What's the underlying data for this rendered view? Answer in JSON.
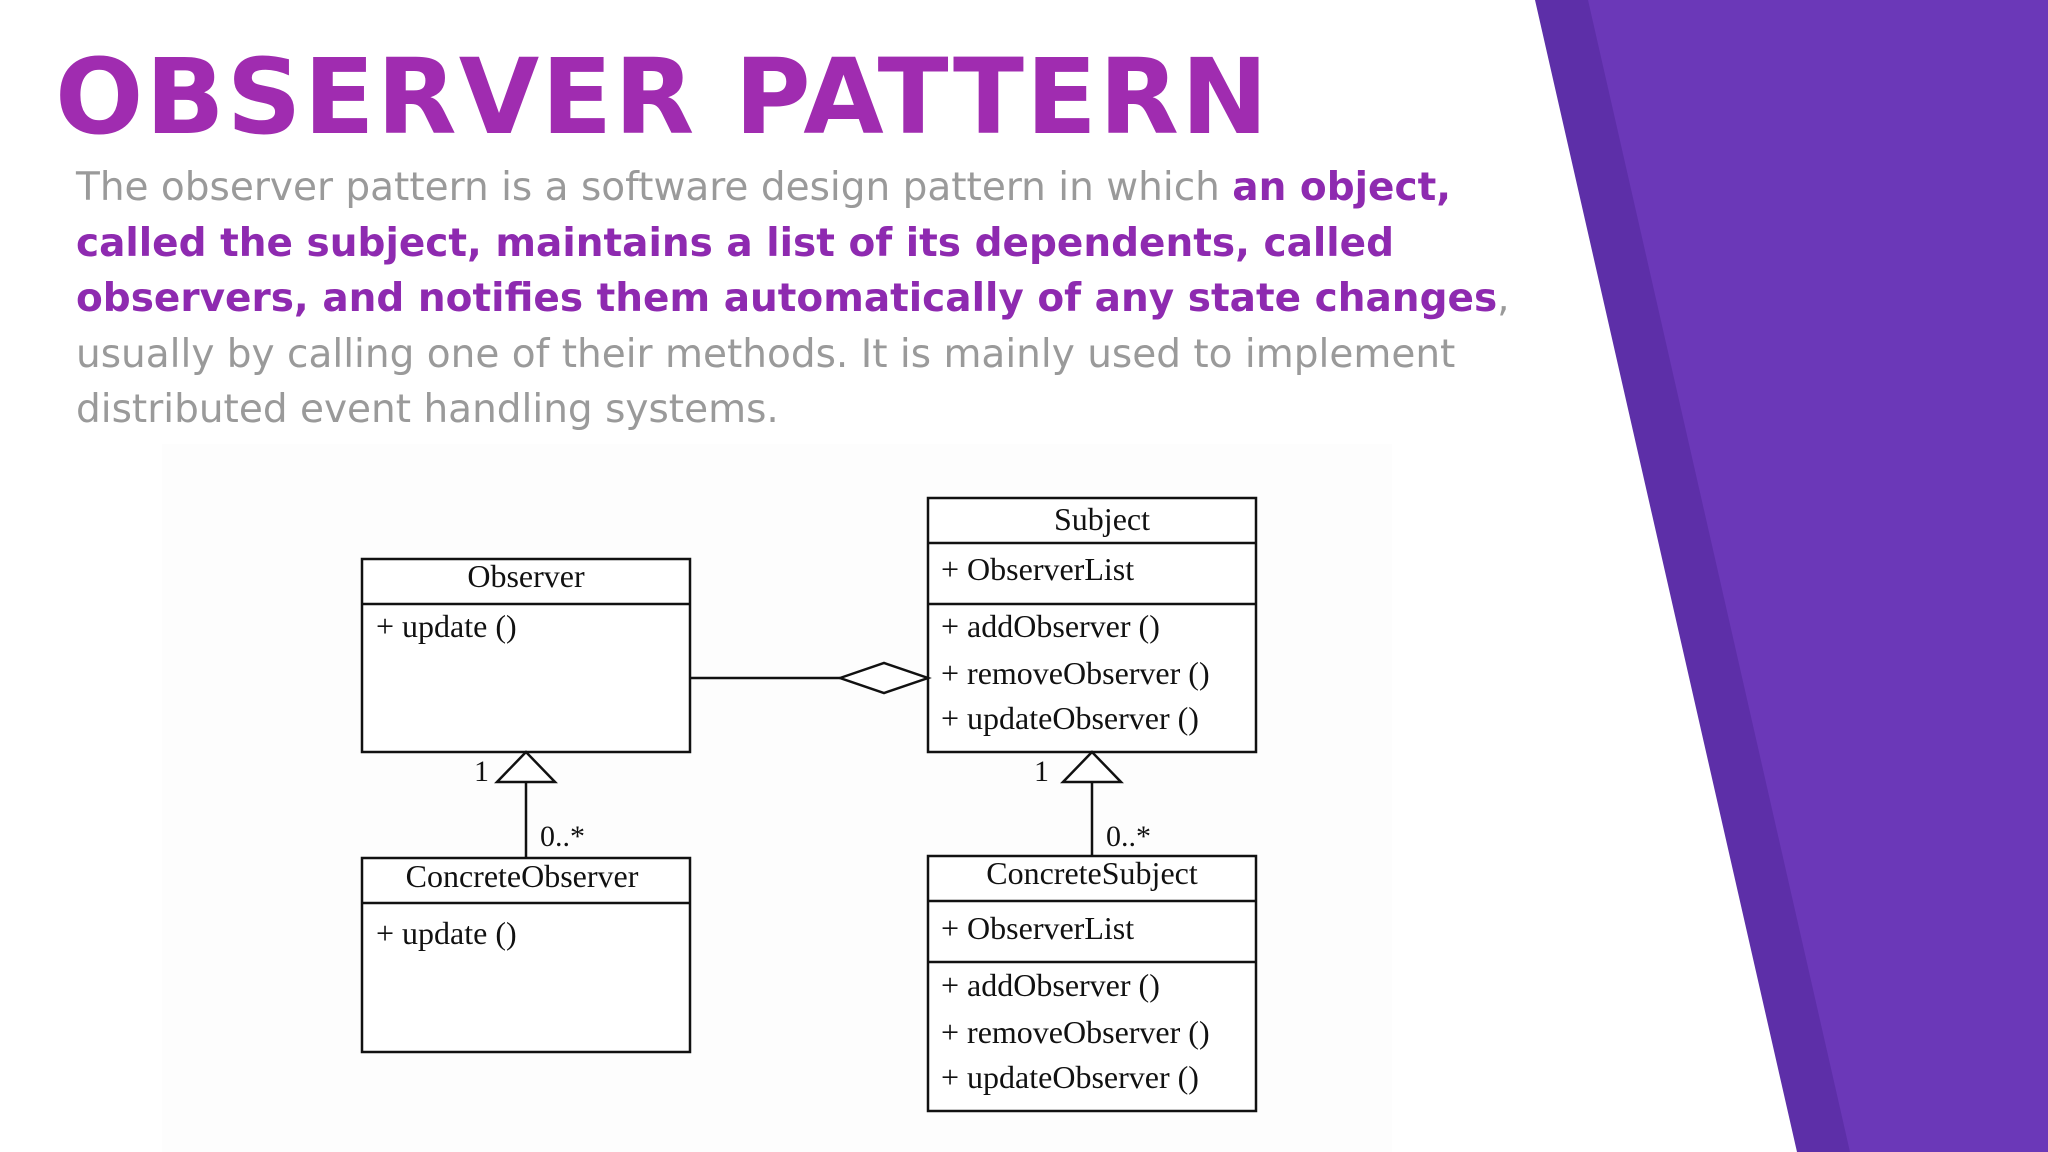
{
  "slide": {
    "title": "OBSERVER PATTERN",
    "paragraph": {
      "part1": "The observer pattern is a software design pattern in which ",
      "highlight": "an object, called the subject, maintains a list of its dependents, called observers, and notifies them automatically of any state changes",
      "part2": ", usually by calling one of their methods. It is mainly used to implement distributed event handling systems."
    },
    "colors": {
      "title": "#a02cb0",
      "highlight": "#8e2ab0",
      "body_text": "#9a9a9a",
      "accent_band": "#6b38b8",
      "accent_band_dark": "#5d2fa8"
    }
  },
  "diagram": {
    "observer": {
      "name": "Observer",
      "ops": [
        "+ update ()"
      ]
    },
    "subject": {
      "name": "Subject",
      "attrs": [
        "+ ObserverList"
      ],
      "ops": [
        "+ addObserver ()",
        "+ removeObserver ()",
        "+ updateObserver ()"
      ]
    },
    "concrete_observer": {
      "name": "ConcreteObserver",
      "ops": [
        "+ update ()"
      ]
    },
    "concrete_subject": {
      "name": "ConcreteSubject",
      "attrs": [
        "+ ObserverList"
      ],
      "ops": [
        "+ addObserver ()",
        "+ removeObserver ()",
        "+ updateObserver ()"
      ]
    },
    "multiplicity": {
      "observer_inheritance": {
        "parent": "1",
        "child": "0..*"
      },
      "subject_inheritance": {
        "parent": "1",
        "child": "0..*"
      }
    }
  }
}
